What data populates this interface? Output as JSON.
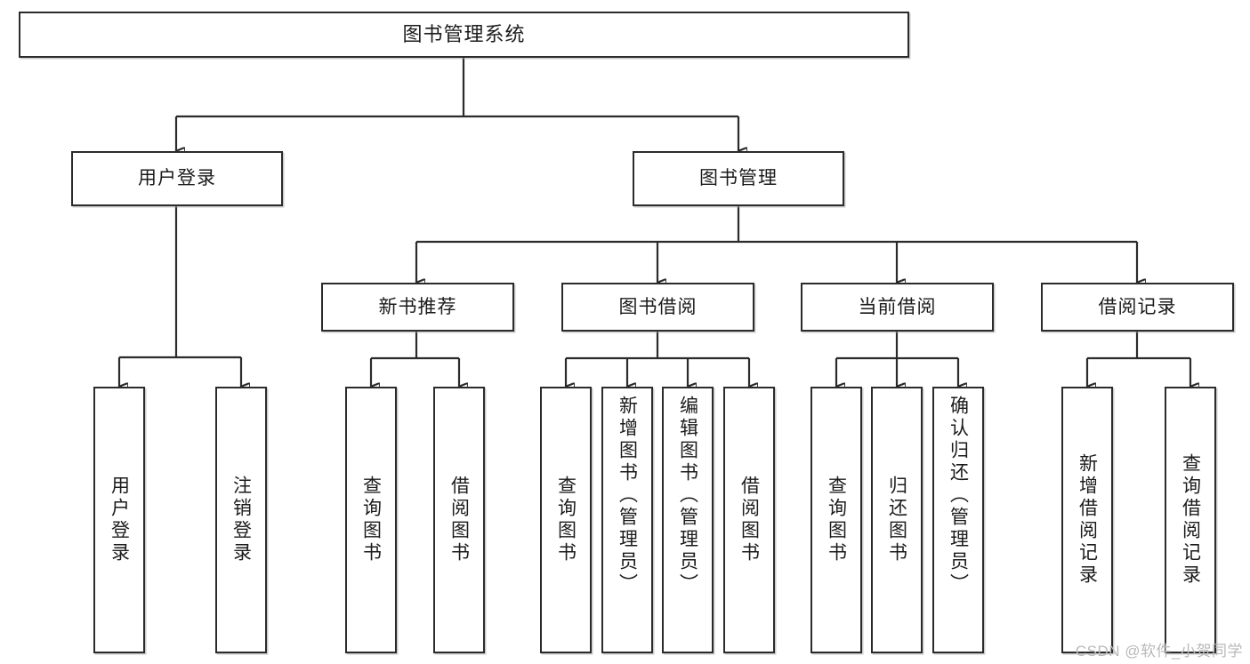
{
  "diagram": {
    "title": "图书管理系统",
    "type": "tree",
    "watermark": "CSDN @软件_小贺同学",
    "colors": {
      "box_border": "#2b2b2b",
      "box_fill": "#ffffff",
      "connector": "#2b2b2b",
      "text": "#1b1b1b",
      "watermark": "#b9b9b9",
      "background": "#ffffff"
    },
    "root": {
      "label": "图书管理系统"
    },
    "level2": [
      {
        "id": "user-login",
        "label": "用户登录"
      },
      {
        "id": "book-manage",
        "label": "图书管理"
      }
    ],
    "level3": [
      {
        "id": "new-book-recommend",
        "label": "新书推荐",
        "parent": "book-manage"
      },
      {
        "id": "book-borrow",
        "label": "图书借阅",
        "parent": "book-manage"
      },
      {
        "id": "current-borrow",
        "label": "当前借阅",
        "parent": "book-manage"
      },
      {
        "id": "borrow-record",
        "label": "借阅记录",
        "parent": "book-manage"
      }
    ],
    "leaves": [
      {
        "id": "leaf-user-login",
        "label": "用户登录",
        "parent": "user-login"
      },
      {
        "id": "leaf-user-logout",
        "label": "注销登录",
        "parent": "user-login"
      },
      {
        "id": "leaf-query-book-1",
        "label": "查询图书",
        "parent": "new-book-recommend"
      },
      {
        "id": "leaf-borrow-book-1",
        "label": "借阅图书",
        "parent": "new-book-recommend"
      },
      {
        "id": "leaf-query-book-2",
        "label": "查询图书",
        "parent": "book-borrow"
      },
      {
        "id": "leaf-add-book",
        "label": "新增图书（管理员）",
        "parent": "book-borrow"
      },
      {
        "id": "leaf-edit-book",
        "label": "编辑图书（管理员）",
        "parent": "book-borrow"
      },
      {
        "id": "leaf-borrow-book-2",
        "label": "借阅图书",
        "parent": "book-borrow"
      },
      {
        "id": "leaf-query-book-3",
        "label": "查询图书",
        "parent": "current-borrow"
      },
      {
        "id": "leaf-return-book",
        "label": "归还图书",
        "parent": "current-borrow"
      },
      {
        "id": "leaf-confirm-return",
        "label": "确认归还（管理员）",
        "parent": "current-borrow"
      },
      {
        "id": "leaf-add-record",
        "label": "新增借阅记录",
        "parent": "borrow-record"
      },
      {
        "id": "leaf-query-record",
        "label": "查询借阅记录",
        "parent": "borrow-record"
      }
    ]
  }
}
